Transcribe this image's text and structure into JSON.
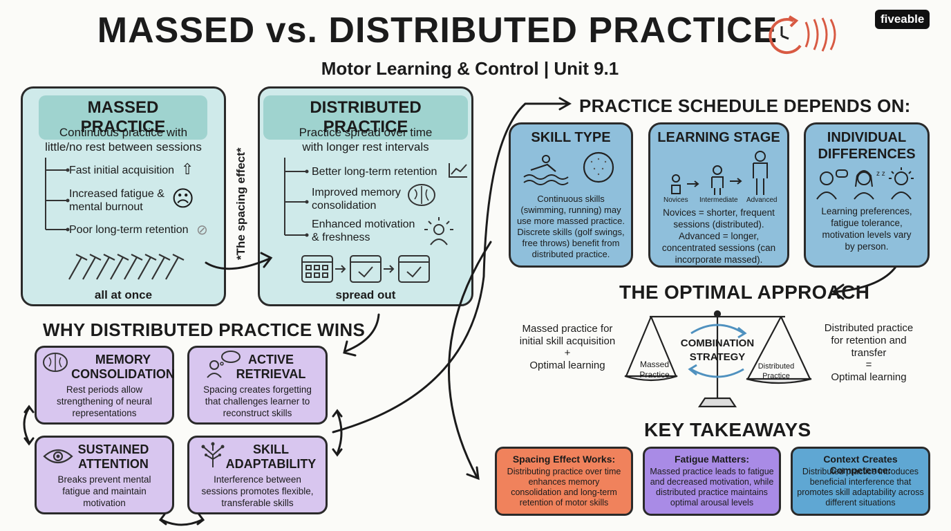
{
  "header": {
    "title": "MASSED vs. DISTRIBUTED PRACTICE",
    "subtitle": "Motor Learning & Control | Unit 9.1",
    "logo": "fiveable"
  },
  "massed": {
    "title": "MASSED PRACTICE",
    "desc_line1": "Continuous practice with",
    "desc_line2": "little/no rest between sessions",
    "items": [
      "Fast initial acquisition",
      "Increased fatigue &",
      "mental burnout",
      "Poor long-term retention"
    ],
    "caption": "all at once"
  },
  "spacing_note": "*The spacing effect*",
  "distributed": {
    "title": "DISTRIBUTED PRACTICE",
    "desc_line1": "Practice spread over time",
    "desc_line2": "with longer rest intervals",
    "items": [
      "Better long-term retention",
      "Improved memory",
      "consolidation",
      "Enhanced motivation",
      "& freshness"
    ],
    "caption": "spread out"
  },
  "wins": {
    "heading": "WHY DISTRIBUTED PRACTICE WINS",
    "boxes": [
      {
        "t1": "MEMORY",
        "t2": "CONSOLIDATION",
        "d": [
          "Rest periods allow",
          "strengthening of neural",
          "representations"
        ]
      },
      {
        "t1": "ACTIVE",
        "t2": "RETRIEVAL",
        "d": [
          "Spacing creates forgetting",
          "that challenges learner to",
          "reconstruct skills"
        ]
      },
      {
        "t1": "SUSTAINED",
        "t2": "ATTENTION",
        "d": [
          "Breaks prevent mental",
          "fatigue and maintain",
          "motivation"
        ]
      },
      {
        "t1": "SKILL",
        "t2": "ADAPTABILITY",
        "d": [
          "Interference between",
          "sessions promotes flexible,",
          "transferable skills"
        ]
      }
    ]
  },
  "depends": {
    "heading": "PRACTICE SCHEDULE DEPENDS ON:",
    "skill": {
      "title": "SKILL TYPE",
      "d": [
        "Continuous skills",
        "(swimming, running) may",
        "use more massed practice.",
        "Discrete skills (golf swings,",
        "free throws) benefit from",
        "distributed practice."
      ]
    },
    "stage": {
      "title": "LEARNING STAGE",
      "labels": [
        "Novices",
        "Intermediate",
        "Advanced"
      ],
      "d": [
        "Novices = shorter, frequent",
        "sessions (distributed).",
        "Advanced = longer,",
        "concentrated sessions (can",
        "incorporate massed)."
      ]
    },
    "indiv": {
      "title1": "INDIVIDUAL",
      "title2": "DIFFERENCES",
      "d": [
        "Learning preferences,",
        "fatigue tolerance,",
        "motivation levels vary",
        "by person."
      ]
    }
  },
  "optimal": {
    "heading": "THE OPTIMAL APPROACH",
    "left": [
      "Massed practice for",
      "initial skill acquisition",
      "+",
      "Optimal learning"
    ],
    "right": [
      "Distributed practice",
      "for retention and",
      "transfer",
      "=",
      "Optimal learning"
    ],
    "center1": "COMBINATION",
    "center2": "STRATEGY",
    "pan_left": [
      "Massed",
      "Practice"
    ],
    "pan_right": [
      "Distributed",
      "Practice"
    ]
  },
  "takeaways": {
    "heading": "KEY TAKEAWAYS",
    "boxes": [
      {
        "t": "Spacing Effect Works:",
        "d": [
          "Distributing practice over time",
          "enhances memory",
          "consolidation and long-term",
          "retention of motor skills"
        ],
        "color": "#f0825c"
      },
      {
        "t": "Fatigue Matters:",
        "d": [
          "Massed practice leads to fatigue",
          "and decreased motivation, while",
          "distributed practice maintains",
          "optimal arousal levels"
        ],
        "color": "#a98be6"
      },
      {
        "t": "Context Creates Competence:",
        "d": [
          "Distributed practice introduces",
          "beneficial interference that",
          "promotes skill adaptability across",
          "different situations"
        ],
        "color": "#5fa7d3"
      }
    ]
  }
}
